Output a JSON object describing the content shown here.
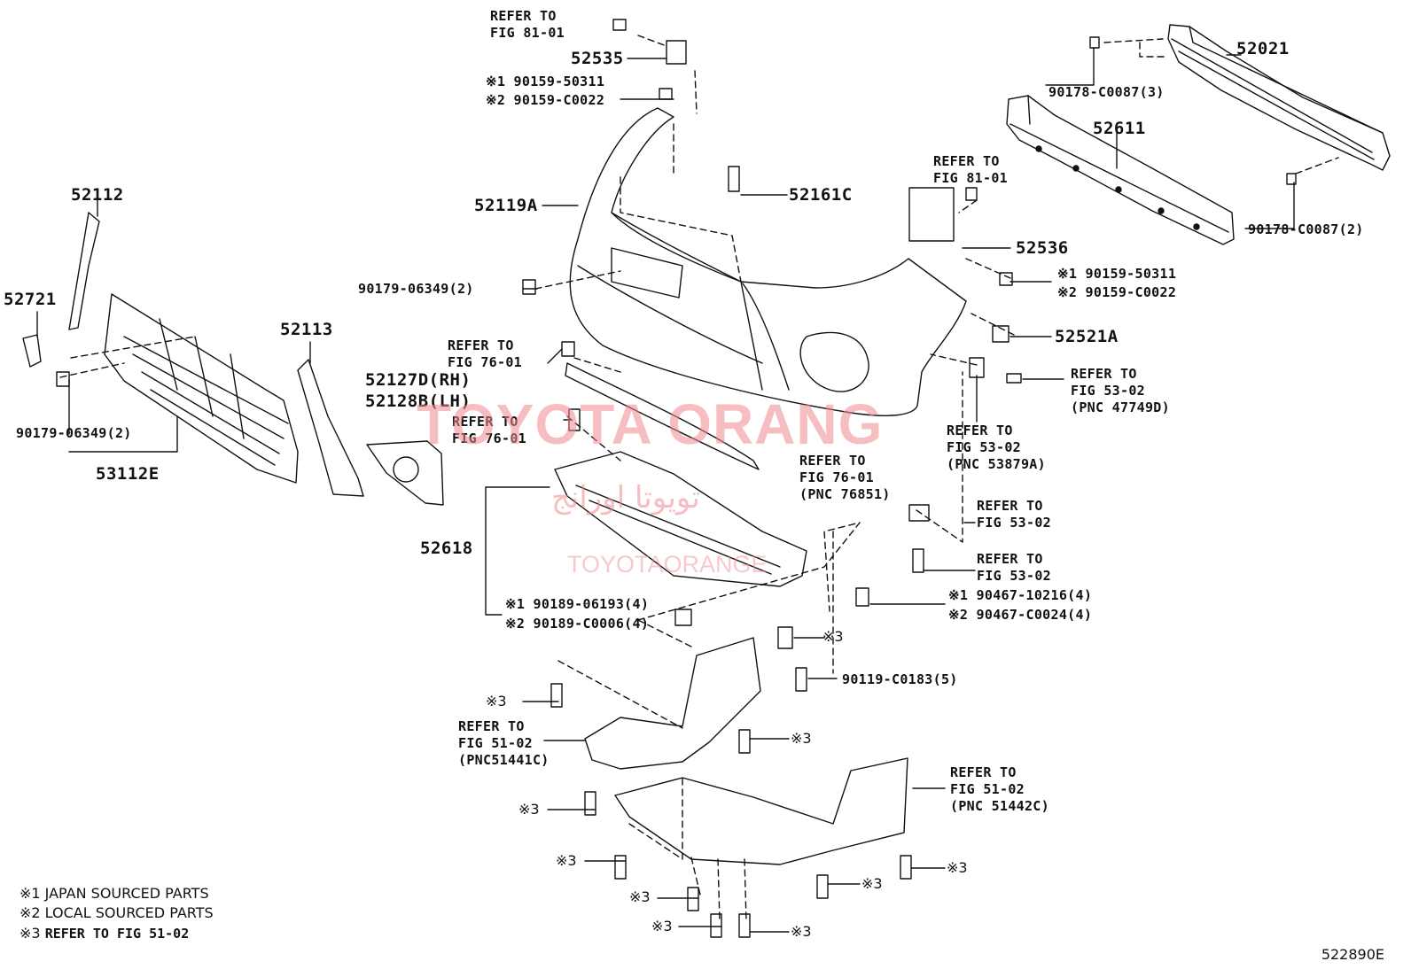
{
  "labels": {
    "p52535": "52535",
    "p52021": "52021",
    "p52611": "52611",
    "p52119a": "52119A",
    "p52161c": "52161C",
    "p52536": "52536",
    "p52521a": "52521A",
    "p52112": "52112",
    "p52721": "52721",
    "p52113": "52113",
    "p52127d": "52127D(RH)",
    "p52128b": "52128B(LH)",
    "p53112e": "53112E",
    "p52618": "52618",
    "clip_9017806_3": "90178-C0087(3)",
    "clip_9017806_2": "90178-C0087(2)",
    "clip_9017906_top": "90179-06349(2)",
    "clip_9017906_left": "90179-06349(2)",
    "bolt_90119": "90119-C0183(5)",
    "s52535_1": "※1 90159-50311",
    "s52535_2": "※2 90159-C0022",
    "s52536_1": "※1 90159-50311",
    "s52536_2": "※2 90159-C0022",
    "s52618_1": "※1 90189-06193(4)",
    "s52618_2": "※2 90189-C0006(4)",
    "s90467_1": "※1 90467-10216(4)",
    "s90467_2": "※2 90467-C0024(4)",
    "ref_81_top": "REFER TO\nFIG 81-01",
    "ref_81_right": "REFER TO\nFIG 81-01",
    "ref_76_a": "REFER TO\nFIG 76-01",
    "ref_76_b": "REFER TO\nFIG 76-01",
    "ref_76_c": "REFER TO\nFIG 76-01\n(PNC 76851)",
    "ref_53_a": "REFER TO\nFIG 53-02\n(PNC 47749D)",
    "ref_53_b": "REFER TO\nFIG 53-02\n(PNC 53879A)",
    "ref_53_c": "REFER TO\nFIG 53-02",
    "ref_53_d": "REFER TO\nFIG 53-02",
    "ref_51_a": "REFER TO\nFIG 51-02\n(PNC51441C)",
    "ref_51_b": "REFER TO\nFIG 51-02\n(PNC 51442C)",
    "m3": "※3"
  },
  "notes": {
    "n1": "※1 JAPAN SOURCED PARTS",
    "n2": "※2 LOCAL SOURCED PARTS",
    "n3_mark": "※3",
    "n3_text": "REFER TO FIG 51-02"
  },
  "watermark": {
    "line1": "TOYOTA ORANG",
    "line2": "تويوتا اورانج",
    "line3": "TOYOTAORANGE"
  },
  "figure_code": "522890E",
  "colors": {
    "ink": "#111111",
    "watermark": "#f08a8e"
  }
}
